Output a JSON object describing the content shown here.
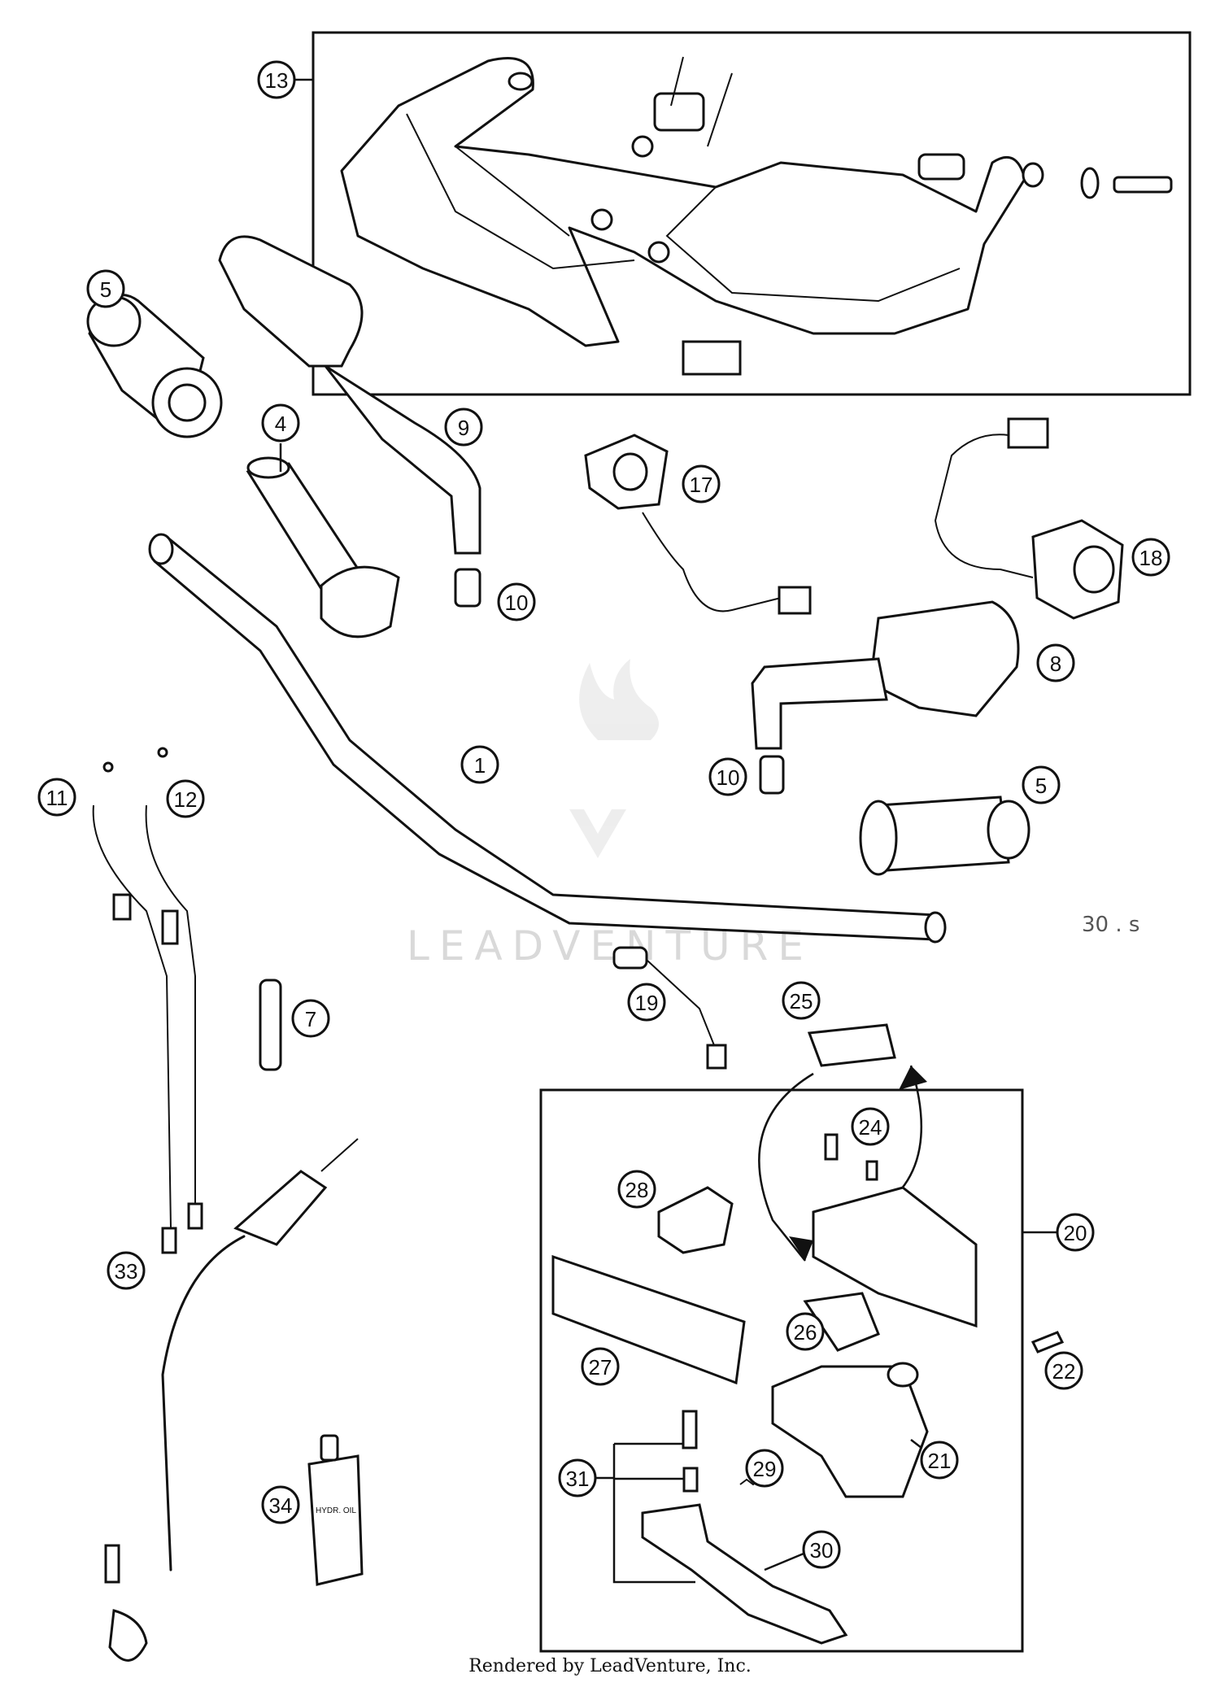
{
  "callouts": [
    {
      "n": "1",
      "label": "1"
    },
    {
      "n": "4",
      "label": "4"
    },
    {
      "n": "5a",
      "label": "5"
    },
    {
      "n": "5b",
      "label": "5"
    },
    {
      "n": "7",
      "label": "7"
    },
    {
      "n": "8",
      "label": "8"
    },
    {
      "n": "9",
      "label": "9"
    },
    {
      "n": "10a",
      "label": "10"
    },
    {
      "n": "10b",
      "label": "10"
    },
    {
      "n": "11",
      "label": "11"
    },
    {
      "n": "12",
      "label": "12"
    },
    {
      "n": "13",
      "label": "13"
    },
    {
      "n": "17",
      "label": "17"
    },
    {
      "n": "18",
      "label": "18"
    },
    {
      "n": "19",
      "label": "19"
    },
    {
      "n": "20",
      "label": "20"
    },
    {
      "n": "21",
      "label": "21"
    },
    {
      "n": "22",
      "label": "22"
    },
    {
      "n": "24",
      "label": "24"
    },
    {
      "n": "25",
      "label": "25"
    },
    {
      "n": "26",
      "label": "26"
    },
    {
      "n": "27",
      "label": "27"
    },
    {
      "n": "28",
      "label": "28"
    },
    {
      "n": "29",
      "label": "29"
    },
    {
      "n": "30",
      "label": "30"
    },
    {
      "n": "31",
      "label": "31"
    },
    {
      "n": "33",
      "label": "33"
    },
    {
      "n": "34",
      "label": "34"
    }
  ],
  "bottle_label": "HYDR. OIL",
  "watermark": "LEADVENTURE",
  "footer": "Rendered by LeadVenture, Inc.",
  "stray_text": "30 . s"
}
